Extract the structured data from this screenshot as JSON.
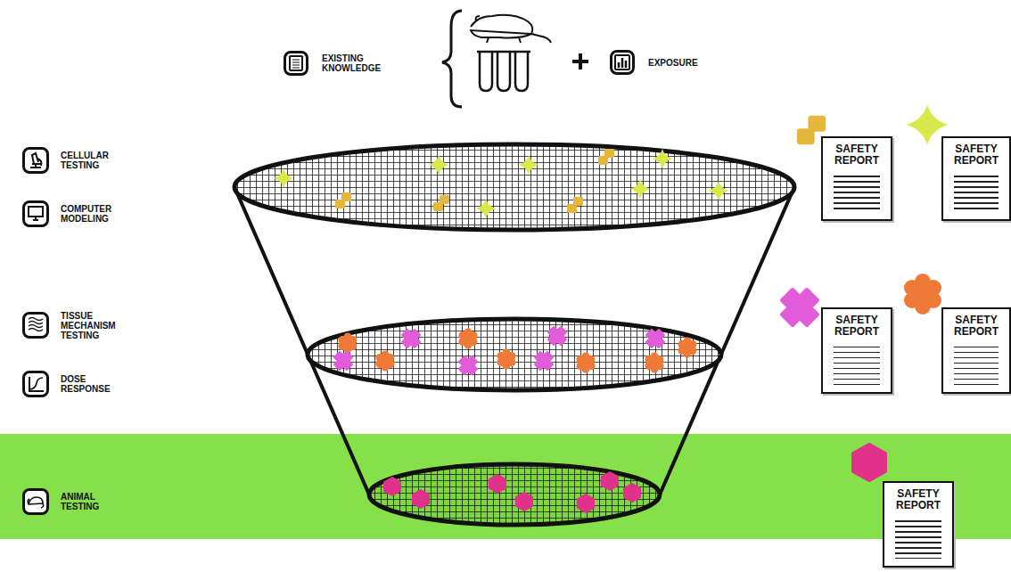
{
  "diagram": {
    "nodes": [
      {
        "text": [
          "EXISTING KNOWLEDGE"
        ]
      },
      {
        "text": [
          "EXPOSURE"
        ]
      },
      {
        "text": [
          "CELLULAR TESTING"
        ]
      },
      {
        "text": [
          "COMPUTER MODELING"
        ]
      },
      {
        "text": [
          "TISSUE MECHANISM TESTING"
        ]
      },
      {
        "text": [
          "DOSE RESPONSE"
        ]
      },
      {
        "text": [
          "ANIMAL TESTING"
        ]
      },
      {
        "text": [
          "SAFETY REPORT"
        ]
      },
      {
        "text": [
          "SAFETY REPORT"
        ]
      },
      {
        "text": [
          "SAFETY REPORT"
        ]
      },
      {
        "text": [
          "SAFETY REPORT"
        ]
      },
      {
        "text": [
          "SAFETY REPORT"
        ]
      }
    ]
  }
}
